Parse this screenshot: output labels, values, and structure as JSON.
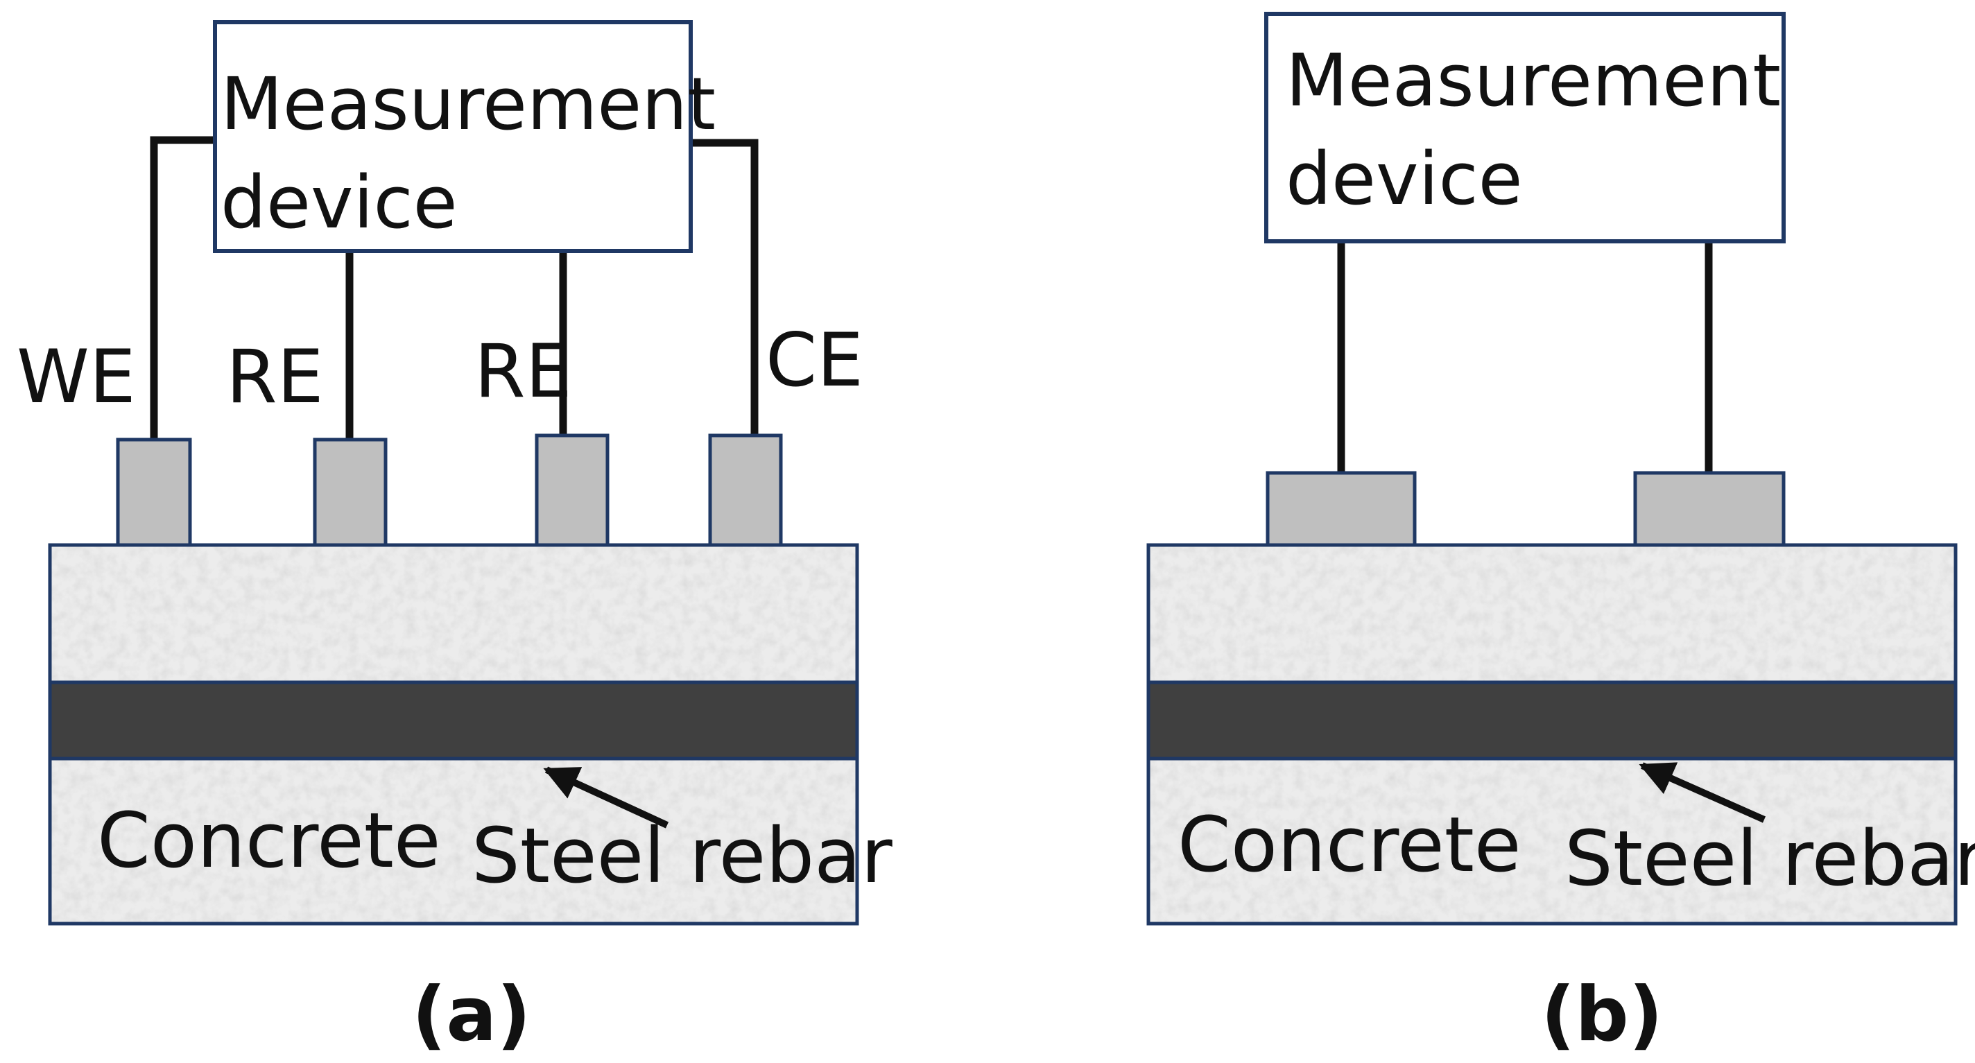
{
  "colors": {
    "outline": "#1f3864",
    "wire": "#111111",
    "electrode": "#bfbfbf",
    "rebar": "#404040",
    "concrete": "#ececec",
    "background": "#ffffff"
  },
  "panel_a": {
    "device_label_line1": "Measurement",
    "device_label_line2": "device",
    "electrodes": [
      {
        "label": "WE"
      },
      {
        "label": "RE"
      },
      {
        "label": "RE"
      },
      {
        "label": "CE"
      }
    ],
    "concrete_label": "Concrete",
    "rebar_label": "Steel rebar",
    "caption": "(a)"
  },
  "panel_b": {
    "device_label_line1": "Measurement",
    "device_label_line2": "device",
    "concrete_label": "Concrete",
    "rebar_label": "Steel rebar",
    "caption": "(b)"
  }
}
